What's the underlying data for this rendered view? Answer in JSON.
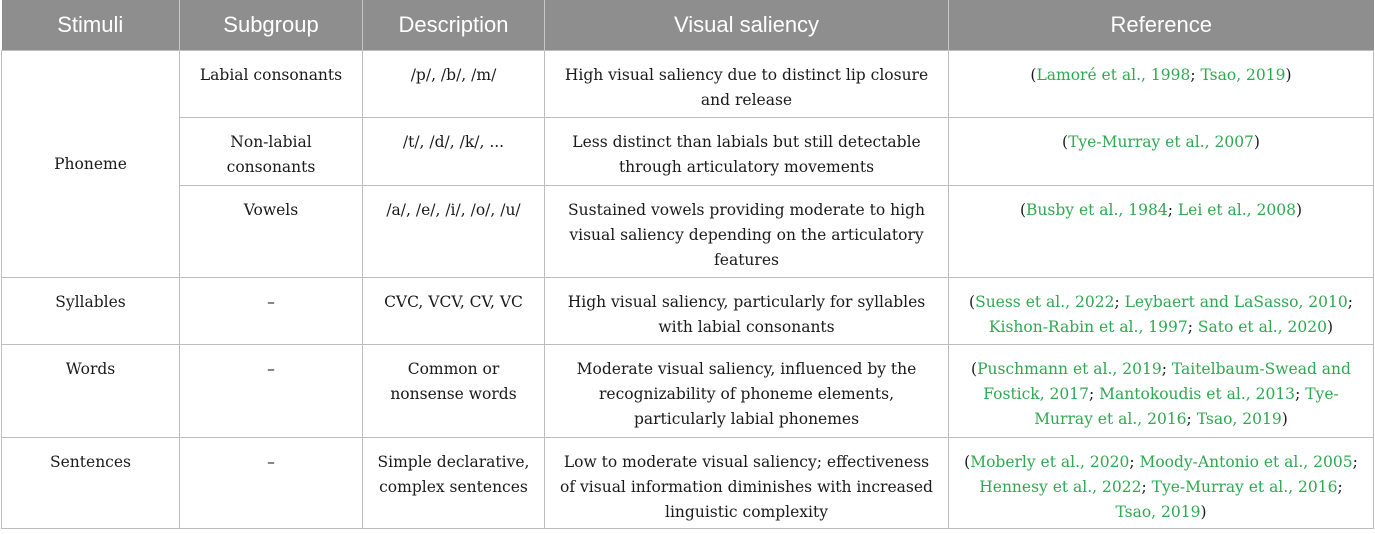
{
  "headers": [
    "Stimuli",
    "Subgroup",
    "Description",
    "Visual saliency",
    "Reference"
  ],
  "phoneme_group": {
    "stimulus": "Phoneme",
    "rows": [
      {
        "subgroup": "Labial consonants",
        "description": "/p/, /b/, /m/",
        "saliency": "High visual saliency due to distinct lip closure and release",
        "refs": [
          "Lamoré et al., 1998",
          "Tsao, 2019"
        ]
      },
      {
        "subgroup": "Non-labial consonants",
        "description": "/t/, /d/, /k/, ...",
        "saliency": "Less distinct than labials but still detectable through articulatory movements",
        "refs": [
          "Tye-Murray et al., 2007"
        ]
      },
      {
        "subgroup": "Vowels",
        "description": "/a/, /e/, /i/, /o/, /u/",
        "saliency": "Sustained vowels providing moderate to high visual saliency depending on the articulatory features",
        "refs": [
          "Busby et al., 1984",
          "Lei et al., 2008"
        ]
      }
    ]
  },
  "rows": [
    {
      "stimulus": "Syllables",
      "subgroup": "–",
      "description": "CVC, VCV, CV, VC",
      "saliency": "High visual saliency, particularly for syllables with labial consonants",
      "refs": [
        "Suess et al., 2022",
        "Leybaert and LaSasso, 2010",
        "Kishon-Rabin et al., 1997",
        "Sato et al., 2020"
      ]
    },
    {
      "stimulus": "Words",
      "subgroup": "–",
      "description": "Common or nonsense words",
      "saliency": "Moderate visual saliency, influenced by the recognizability of phoneme elements, particularly labial phonemes",
      "refs": [
        "Puschmann et al., 2019",
        "Taitelbaum-Swead and Fostick, 2017",
        "Mantokoudis et al., 2013",
        "Tye-Murray et al., 2016",
        "Tsao, 2019"
      ]
    },
    {
      "stimulus": "Sentences",
      "subgroup": "–",
      "description": "Simple declarative, complex sentences",
      "saliency": "Low to moderate visual saliency; effectiveness of visual information diminishes with increased linguistic complexity",
      "refs": [
        "Moberly et al., 2020",
        "Moody-Antonio et al., 2005",
        "Hennesy et al., 2022",
        "Tye-Murray et al., 2016",
        "Tsao, 2019"
      ]
    }
  ]
}
